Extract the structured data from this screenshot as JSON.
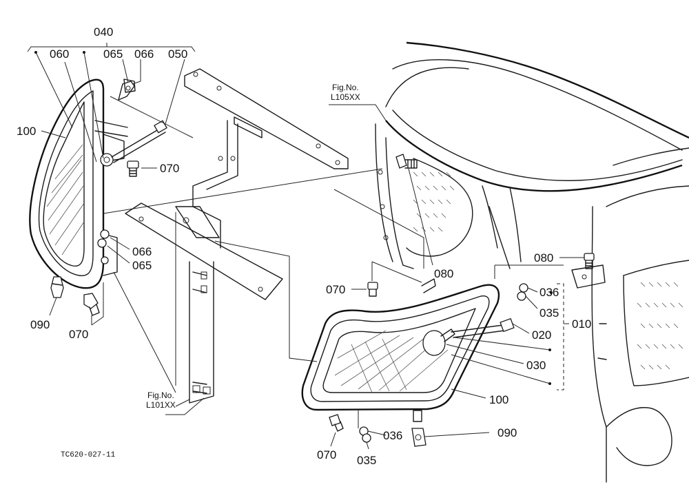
{
  "parts": {
    "p010": "010",
    "p020": "020",
    "p030": "030",
    "p035": "035",
    "p036": "036",
    "p040": "040",
    "p050": "050",
    "p060": "060",
    "p065": "065",
    "p066": "066",
    "p070": "070",
    "p080": "080",
    "p090": "090",
    "p100": "100"
  },
  "fig_refs": {
    "l105": {
      "line1": "Fig.No.",
      "line2": "L105XX"
    },
    "l101": {
      "line1": "Fig.No.",
      "line2": "L101XX"
    }
  },
  "drawing_code": "TC620-027-11"
}
